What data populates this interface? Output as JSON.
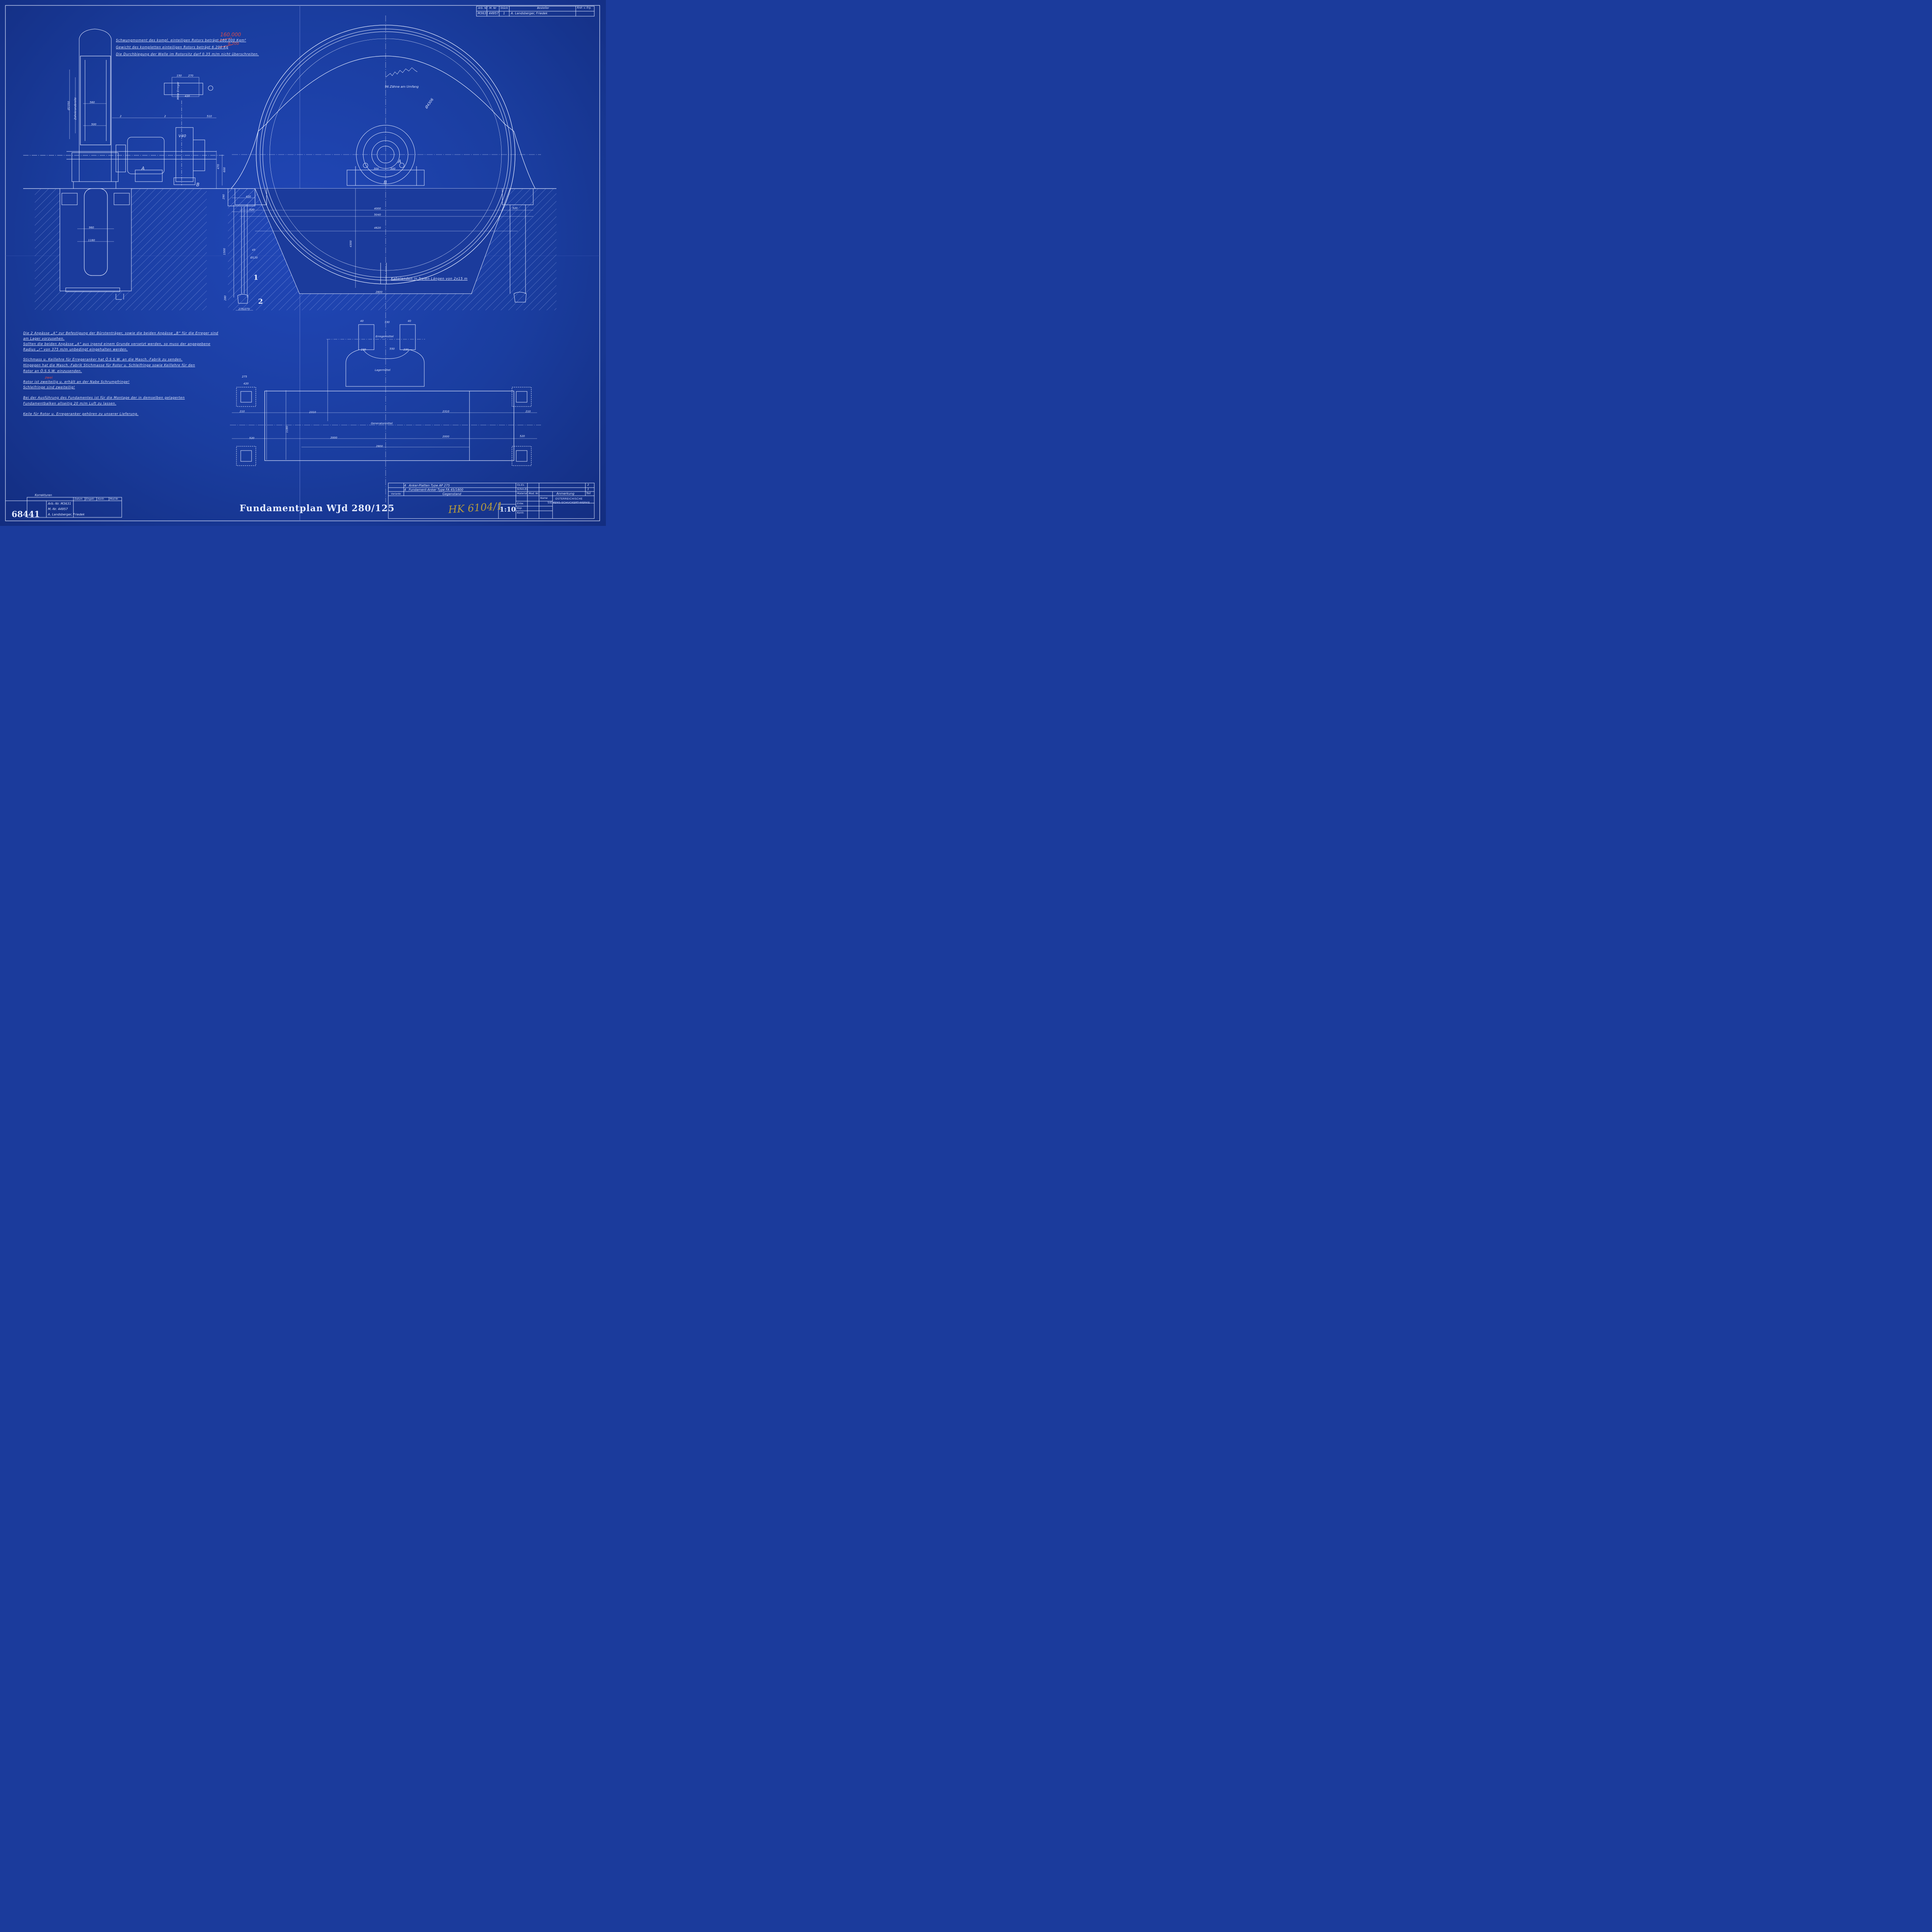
{
  "title_block": {
    "title": "Fundamentplan WJd 280/125",
    "drawing_number": "68441",
    "scale": "1:10",
    "handwritten_ref": "HK 6104/1",
    "company_stamp_line1": "OSTERREICHISCHE",
    "company_stamp_line2": "SIEMENS-SCHUCKERT-WERKE",
    "corrections_label": "Korrekturen",
    "corrections_columns": [
      "Datum",
      "Eingetr.",
      "Kontr.",
      "Mod.Nr."
    ],
    "order_lines": [
      "Arb.-Nr. M3631",
      "M.-Nr. 44957",
      "A. Landsberger, Friedek"
    ]
  },
  "order_table": {
    "headers": [
      "Arb. Nr",
      "M. Nr",
      "Stück",
      "Besteller",
      "Ändr. u. Erg."
    ],
    "row": [
      "M3631",
      "44957",
      "1",
      "A. Landsberger, Friedek",
      ""
    ]
  },
  "parts_list": {
    "rows": [
      {
        "qty": "4",
        "item": "Anker-Platten   Type AP 275"
      },
      {
        "qty": "4",
        "item": "Fundament-Anker   Type FA 45/1800"
      }
    ],
    "footer": "Gegenstand",
    "variant_label": "Variante",
    "side_labels": [
      "Gs.Es.",
      "Schm.Es.",
      "Material",
      "Entw.",
      "Kop.",
      "Kontr."
    ],
    "side_values": [
      "2",
      "1",
      "Teil"
    ],
    "mod_label": "Mod. Nr.",
    "name_label": "Name",
    "remark_label": "Anmerkung"
  },
  "rotor_notes": [
    "Schwungmoment des kompl. einteiligen Rotors beträgt 160.000 Kgm²",
    "Gewicht des kompletten einteiligen Rotors beträgt 6.200 Kg",
    "Die Durchbiegung der Welle im Rotorsitz darf 0.35 m/m nicht überschreiten."
  ],
  "red_corrections": [
    "160.000",
    "6.200",
    "zwei"
  ],
  "general_notes": [
    "Die 2 Anpässe „A“ zur Befestigung der Bürstenträger, sowie die beiden Anpässe „B“ für die Erreger sind",
    "am Lager vorzusehen.",
    "Sollten die beiden Anpässe „A“ aus irgend einem Grunde versetzt werden, so muss der angegebene",
    "Radius „r“ von 375 m/m unbedingt eingehalten werden.",
    "Stichmass u. Keillehre für Erregeranker hat Ö.S.S.W. an die Masch.-Fabrik zu senden.",
    "Hingegen hat die Masch.-Fabrik Stichmasse für Rotor u. Schleifringe sowie Keillehre für den",
    "Rotor an Ö.S.S.W. einzusenden.",
    "Rotor ist zweiteilig u. erhält an der Nabe Schrumpfringe!",
    "Schleifringe sind zweiteilig!",
    "Bei der Ausführung des Fundamentes ist für die Montage der in demselben gelagerten",
    "Fundamentbalken allseitig 20 m/m Luft zu lassen.",
    "Keile für Rotor u. Erregeranker gehören zu unserer Lieferung."
  ],
  "labels": {
    "erreger_mitte": "Mitte Erreger",
    "zahnkranz": "Zahnkranzbreite",
    "teeth": "96 Zähne am Umfang",
    "cable": "Kabelenden in freien Längen von 2x15 m",
    "erregermittel": "Erregermittel",
    "lagermittel": "Lagermittel",
    "generatormittel": "Generatormittel",
    "callout_1": "1",
    "callout_2": "2",
    "mark_a": "A",
    "mark_b": "B",
    "mark_v40": "V40"
  },
  "dimensions": {
    "side_view": [
      "150",
      "270",
      "420",
      "560",
      "500",
      "2",
      "510",
      "600",
      "470",
      "290",
      "230",
      "960",
      "1180",
      "1500",
      "280",
      "275/275",
      "420",
      "520",
      "45",
      "Ø120",
      "Ø2350",
      "Ø2330",
      "30 50",
      "60"
    ],
    "front_view": [
      "4000",
      "5040",
      "4620",
      "4300",
      "2800",
      "520",
      "520",
      "225",
      "300",
      "300",
      "Ø4306",
      "Ø3346",
      "Ø3310"
    ],
    "bearing_plan": [
      "40",
      "730",
      "40",
      "210",
      "550",
      "230",
      "230"
    ],
    "foundation_plan": [
      "275",
      "420",
      "275",
      "120",
      "410",
      "2310",
      "2310",
      "210",
      "210",
      "480",
      "1180",
      "480",
      "2000",
      "2000",
      "520",
      "520",
      "2800",
      "110",
      "2"
    ]
  },
  "colors": {
    "paper": "#1b3b9c",
    "ink": "#dfe7ff",
    "red": "#d84a4a",
    "pencil": "#b59a3c"
  }
}
